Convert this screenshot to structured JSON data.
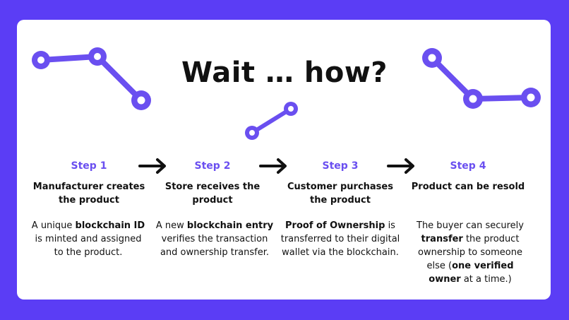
{
  "title": "Wait … how?",
  "colors": {
    "background": "#5b3df5",
    "card": "#ffffff",
    "accent": "#6a4ff0",
    "text": "#111111"
  },
  "steps": [
    {
      "label": "Step 1",
      "heading": "Manufacturer creates the product",
      "body": [
        {
          "text": "A unique ",
          "bold": false
        },
        {
          "text": "blockchain ID",
          "bold": true
        },
        {
          "text": " is minted and assigned to the product.",
          "bold": false
        }
      ]
    },
    {
      "label": "Step 2",
      "heading": "Store receives the product",
      "body": [
        {
          "text": "A new ",
          "bold": false
        },
        {
          "text": "blockchain entry",
          "bold": true
        },
        {
          "text": " verifies the transaction and ownership transfer.",
          "bold": false
        }
      ]
    },
    {
      "label": "Step 3",
      "heading": "Customer purchases the product",
      "body": [
        {
          "text": "Proof of Ownership",
          "bold": true
        },
        {
          "text": " is transferred to their digital wallet via the blockchain.",
          "bold": false
        }
      ]
    },
    {
      "label": "Step 4",
      "heading": "Product can be resold",
      "body": [
        {
          "text": "The buyer can securely ",
          "bold": false
        },
        {
          "text": "transfer",
          "bold": true
        },
        {
          "text": " the product ownership to someone else (",
          "bold": false
        },
        {
          "text": "one verified owner",
          "bold": true
        },
        {
          "text": " at a time.)",
          "bold": false
        }
      ]
    }
  ],
  "icons": [
    "chain-link-icon",
    "arrow-right-icon"
  ]
}
